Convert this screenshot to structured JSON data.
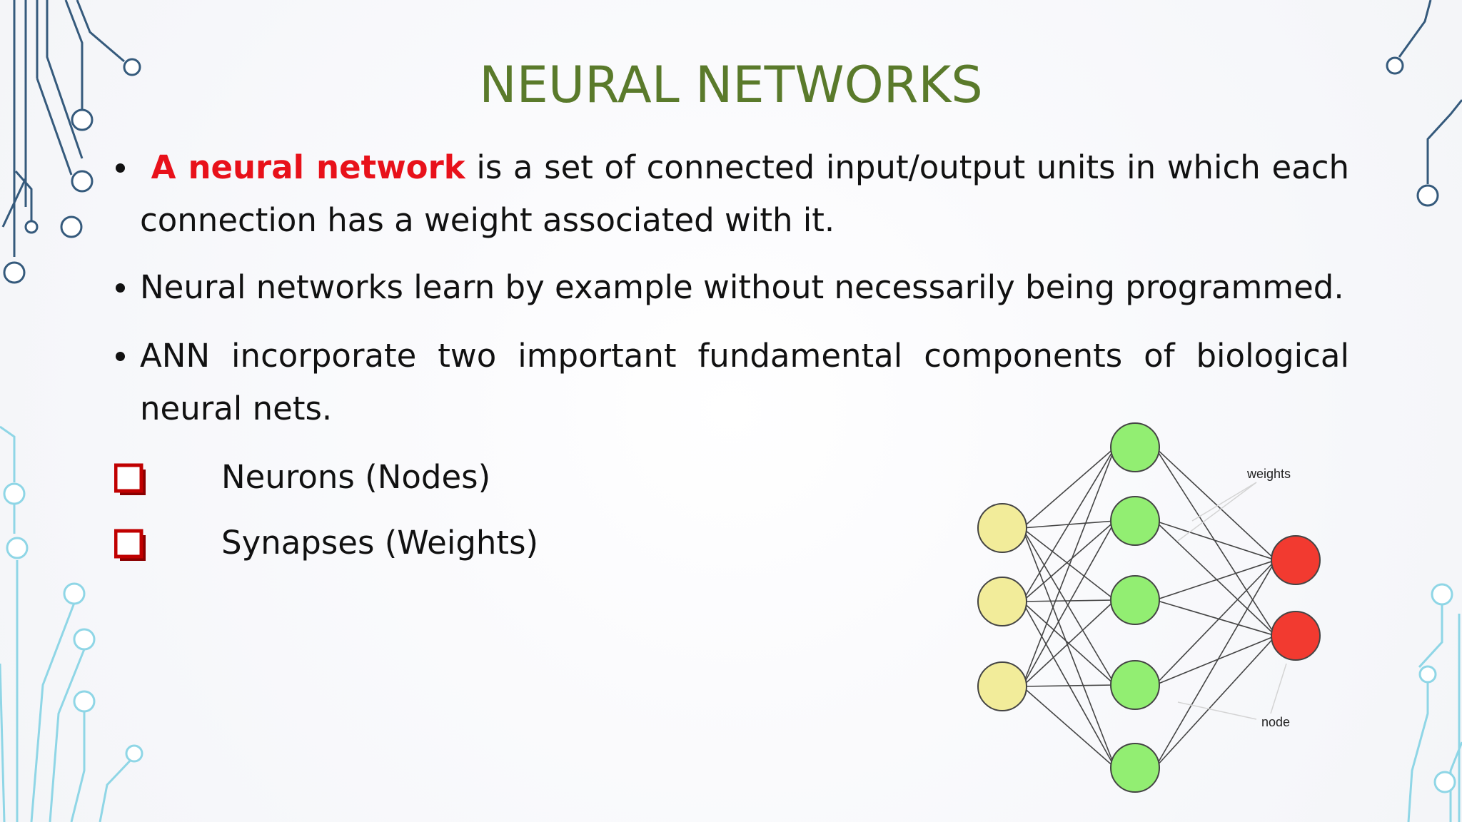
{
  "slide": {
    "title": "NEURAL NETWORKS",
    "bullets": [
      {
        "emphasis": "A neural network",
        "text": " is a set of connected input/output units in which each connection has a weight associated with it."
      },
      {
        "text": "Neural networks learn by example without necessarily being programmed."
      },
      {
        "text": "ANN incorporate two important fundamental components of biological neural nets."
      }
    ],
    "checklist": [
      {
        "label": "Neurons (Nodes)"
      },
      {
        "label": "Synapses (Weights)"
      }
    ]
  },
  "diagram": {
    "labels": {
      "weights": "weights",
      "node": "node"
    },
    "layers": [
      {
        "name": "input",
        "count": 3,
        "color": "#f2ec9a"
      },
      {
        "name": "hidden",
        "count": 5,
        "color": "#92ee72"
      },
      {
        "name": "output",
        "count": 2,
        "color": "#f23a30"
      }
    ]
  },
  "colors": {
    "title": "#5a7a2b",
    "emphasis": "#e8111a",
    "checkbox": "#c00000",
    "circuit_dark": "#355a7c",
    "circuit_light": "#8fd6e6"
  }
}
